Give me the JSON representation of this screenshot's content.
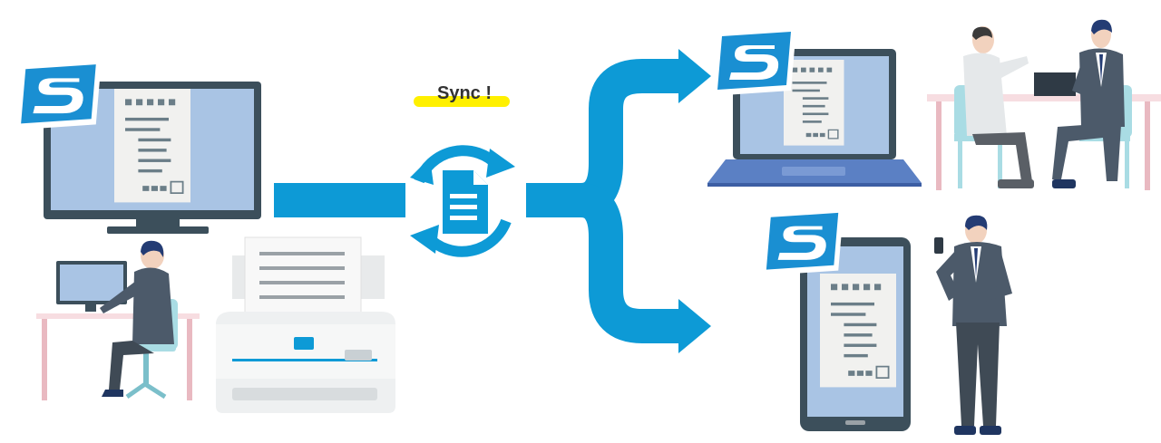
{
  "sync": {
    "label": "Sync !",
    "highlight_color": "#fff000"
  },
  "colors": {
    "flow_blue": "#0d9ad6",
    "monitor_frame": "#3c4f5b",
    "screen_blue": "#a9c4e4",
    "paper": "#f1f1ef",
    "paper_lines": "#6b7e88",
    "logo_blue": "#1a8fd2",
    "desk_leg": "#e9b9c1",
    "chair": "#a9dce4",
    "suit": "#4c5a6a",
    "shirt": "#e5e8ea"
  },
  "icons": {
    "logo": "scansnap-s-logo",
    "sync": "document-sync-icon",
    "scanner": "document-scanner",
    "laptop": "laptop",
    "smartphone": "smartphone",
    "desktop": "desktop-monitor"
  }
}
